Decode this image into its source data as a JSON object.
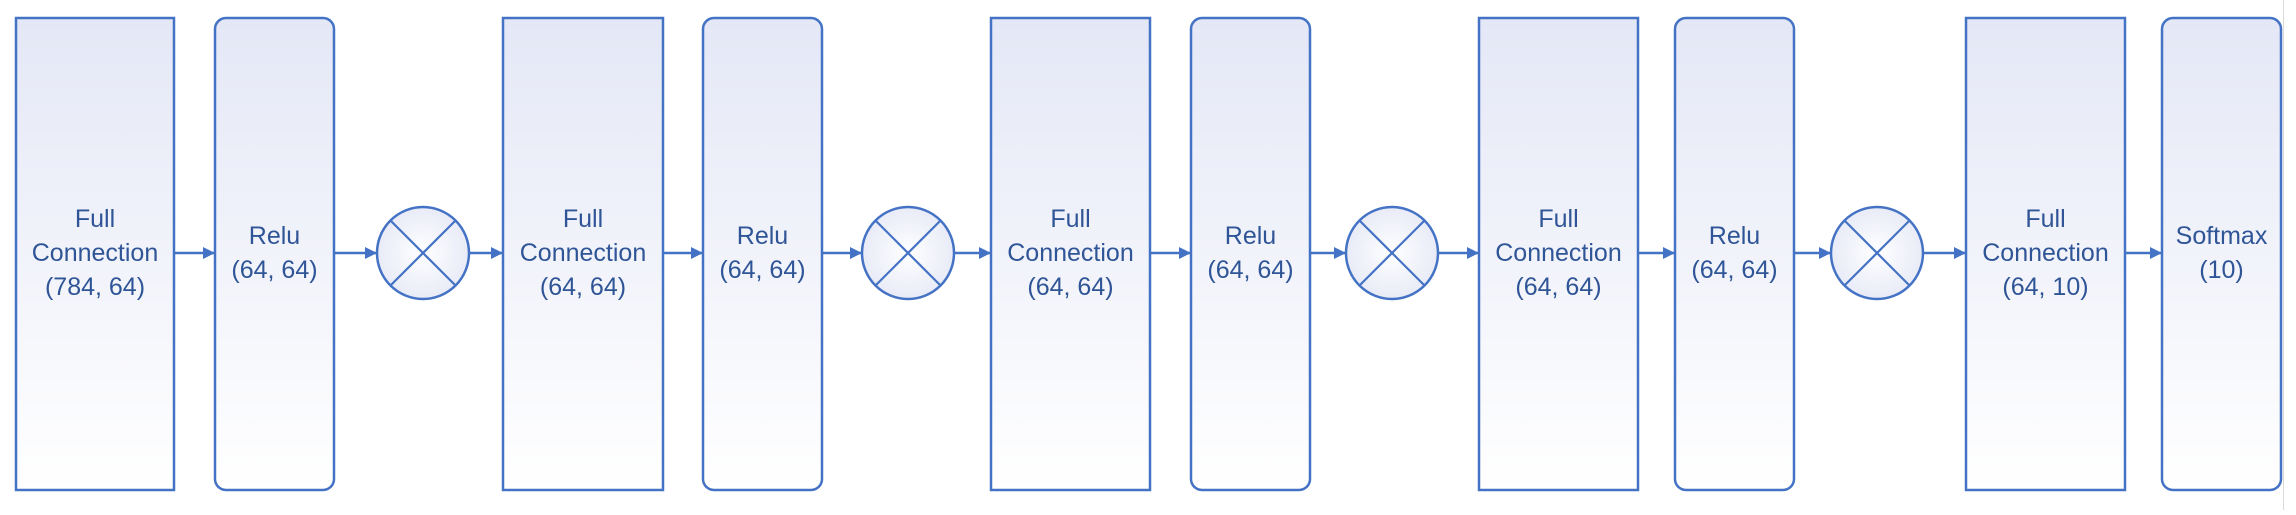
{
  "diagram": {
    "colors": {
      "stroke": "#4472c4",
      "text": "#2f5597",
      "fill_top": "#e4e7f6",
      "fill_bottom": "#ffffff"
    },
    "nodes": [
      {
        "id": "fc1",
        "kind": "full-connection",
        "lines": [
          "Full",
          "Connection",
          "(784, 64)"
        ]
      },
      {
        "id": "relu1",
        "kind": "relu",
        "lines": [
          "Relu",
          "(64, 64)"
        ]
      },
      {
        "id": "mul1",
        "kind": "multiply",
        "icon": "circle-x-icon"
      },
      {
        "id": "fc2",
        "kind": "full-connection",
        "lines": [
          "Full",
          "Connection",
          "(64, 64)"
        ]
      },
      {
        "id": "relu2",
        "kind": "relu",
        "lines": [
          "Relu",
          "(64, 64)"
        ]
      },
      {
        "id": "mul2",
        "kind": "multiply",
        "icon": "circle-x-icon"
      },
      {
        "id": "fc3",
        "kind": "full-connection",
        "lines": [
          "Full",
          "Connection",
          "(64, 64)"
        ]
      },
      {
        "id": "relu3",
        "kind": "relu",
        "lines": [
          "Relu",
          "(64, 64)"
        ]
      },
      {
        "id": "mul3",
        "kind": "multiply",
        "icon": "circle-x-icon"
      },
      {
        "id": "fc4",
        "kind": "full-connection",
        "lines": [
          "Full",
          "Connection",
          "(64, 64)"
        ]
      },
      {
        "id": "relu4",
        "kind": "relu",
        "lines": [
          "Relu",
          "(64, 64)"
        ]
      },
      {
        "id": "mul4",
        "kind": "multiply",
        "icon": "circle-x-icon"
      },
      {
        "id": "fc5",
        "kind": "full-connection",
        "lines": [
          "Full",
          "Connection",
          "(64, 10)"
        ]
      },
      {
        "id": "softmax",
        "kind": "softmax",
        "lines": [
          "Softmax",
          "(10)"
        ]
      }
    ],
    "edges": [
      [
        "fc1",
        "relu1"
      ],
      [
        "relu1",
        "mul1"
      ],
      [
        "mul1",
        "fc2"
      ],
      [
        "fc2",
        "relu2"
      ],
      [
        "relu2",
        "mul2"
      ],
      [
        "mul2",
        "fc3"
      ],
      [
        "fc3",
        "relu3"
      ],
      [
        "relu3",
        "mul3"
      ],
      [
        "mul3",
        "fc4"
      ],
      [
        "fc4",
        "relu4"
      ],
      [
        "relu4",
        "mul4"
      ],
      [
        "mul4",
        "fc5"
      ],
      [
        "fc5",
        "softmax"
      ]
    ]
  }
}
